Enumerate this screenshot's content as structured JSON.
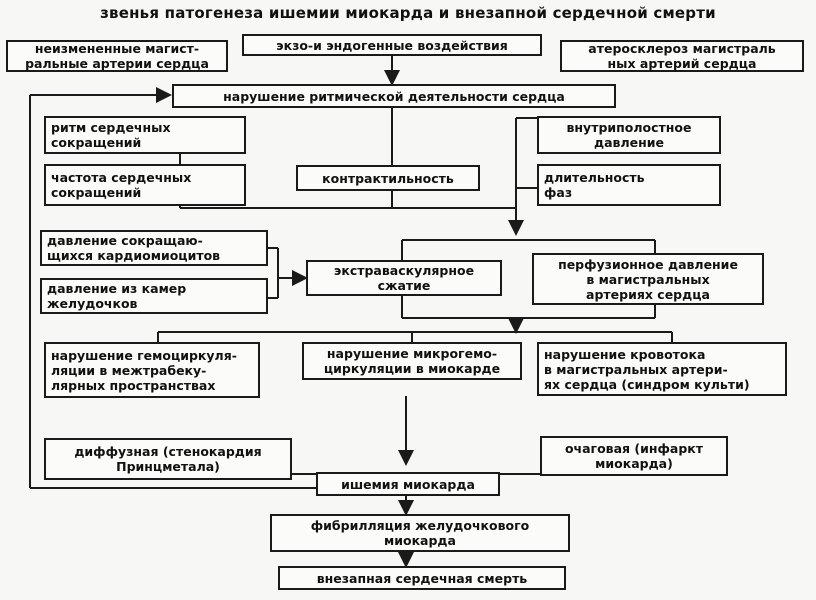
{
  "title": "звенья патогенеза ишемии миокарда и внезапной сердечной смерти",
  "nodes": {
    "unchanged_arteries": "неизмененные магист-\nральные артерии сердца",
    "exo_endo": "экзо-и эндогенные воздействия",
    "atherosclerosis": "атеросклероз магистраль\nных артерий сердца",
    "rhythm_disorder": "нарушение ритмической деятельности сердца",
    "heart_rhythm": "ритм сердечных\nсокращений",
    "intracavitary_pressure": "внутриполостное\nдавление",
    "heart_rate": "частота сердечных\nсокращений",
    "contractility": "контрактильность",
    "phase_duration": "длительность\nфаз",
    "cardiomyocyte_pressure": "давление сокращаю-\nщихся кардиомиоцитов",
    "ventricular_pressure": "давление из камер\nжелудочков",
    "extravascular": "экстраваскулярное\nсжатие",
    "perfusion_pressure": "перфузионное давление\nв магистральных\nартериях сердца",
    "hemocirculation": "нарушение гемоциркуля-\nляции в межтрабеку-\nлярных пространствах",
    "microcirculation": "нарушение микрогемо-\nциркуляции в миокарде",
    "blood_flow": "нарушение кровотока\nв магистральных артери-\nях сердца (синдром культи)",
    "diffuse": "диффузная (стенокардия\nПринцметала)",
    "focal": "очаговая (инфаркт\nмиокарда)",
    "ischemia": "ишемия миокарда",
    "fibrillation": "фибрилляция желудочкового\nмиокарда",
    "sudden_death": "внезапная сердечная смерть"
  }
}
